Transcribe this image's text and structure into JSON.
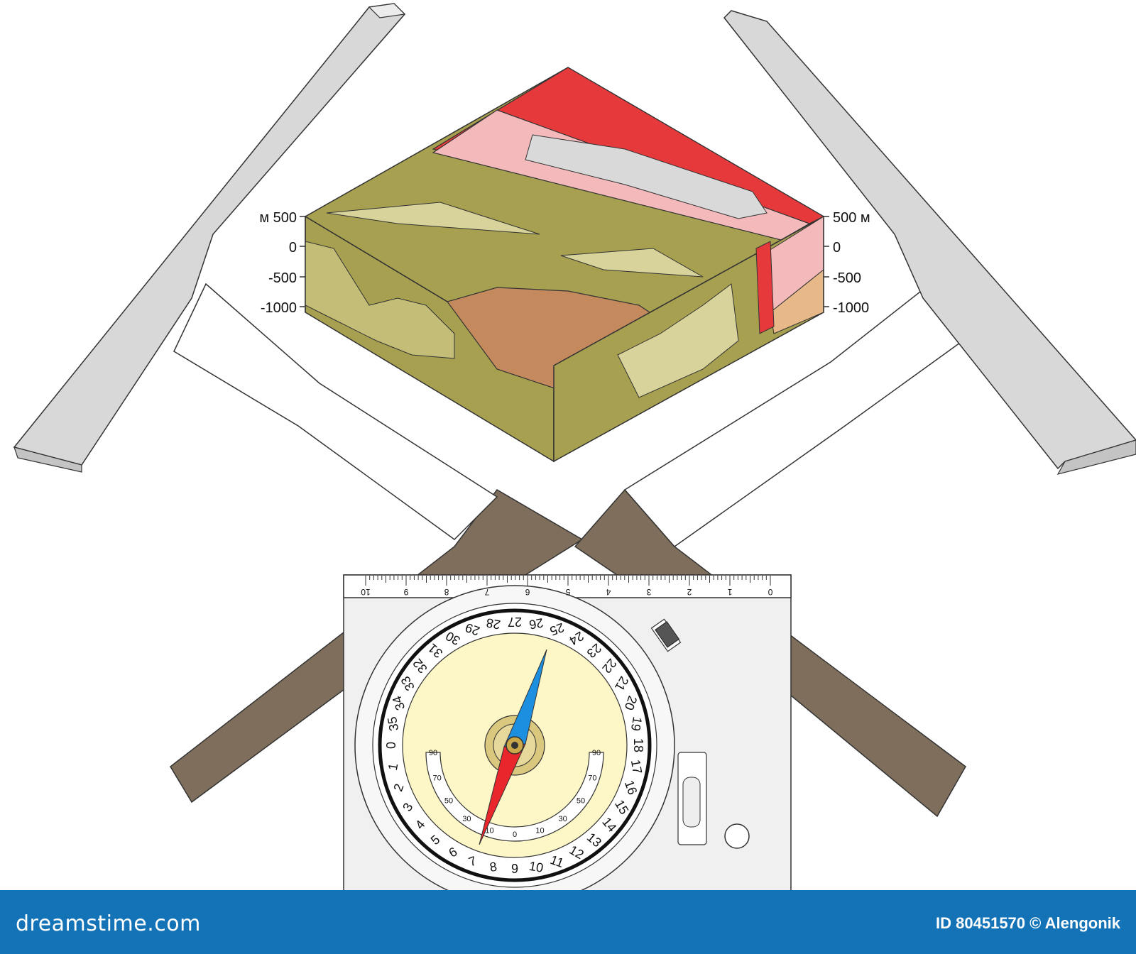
{
  "scale_left": {
    "top": "м 500",
    "zero": "0",
    "minus500": "-500",
    "minus1000": "-1000"
  },
  "scale_right": {
    "top": "500 м",
    "zero": "0",
    "minus500": "-500",
    "minus1000": "-1000"
  },
  "ruler_labels": [
    "10",
    "9",
    "8",
    "7",
    "6",
    "5",
    "4",
    "3",
    "2",
    "1",
    "0"
  ],
  "compass_ring_labels": [
    "0",
    "1",
    "2",
    "3",
    "4",
    "5",
    "6",
    "7",
    "8",
    "9",
    "10",
    "11",
    "12",
    "13",
    "14",
    "15",
    "16",
    "17",
    "18",
    "19",
    "20",
    "21",
    "22",
    "23",
    "24",
    "25",
    "26",
    "27",
    "28",
    "29",
    "30",
    "31",
    "32",
    "33",
    "34",
    "35"
  ],
  "clino_labels": [
    "90",
    "70",
    "50",
    "30",
    "10",
    "0",
    "10",
    "30",
    "50",
    "70",
    "90"
  ],
  "footer": {
    "brand": "dreamstime.com",
    "id_text": "ID 80451570",
    "author": "© Alengonik"
  },
  "colors": {
    "footer_bg": "#1473b6",
    "handle": "#7e6e5b",
    "pick_head": "#d8d8d8",
    "rock_olive": "#a6a050",
    "rock_light": "#d8d39a",
    "intrusion": "#c48a5e",
    "red_layer": "#e6393c",
    "pink_layer": "#f4b9bb",
    "compass_face": "#fdf6c6",
    "needle_north": "#1d8fe0",
    "needle_south": "#e8262b"
  }
}
